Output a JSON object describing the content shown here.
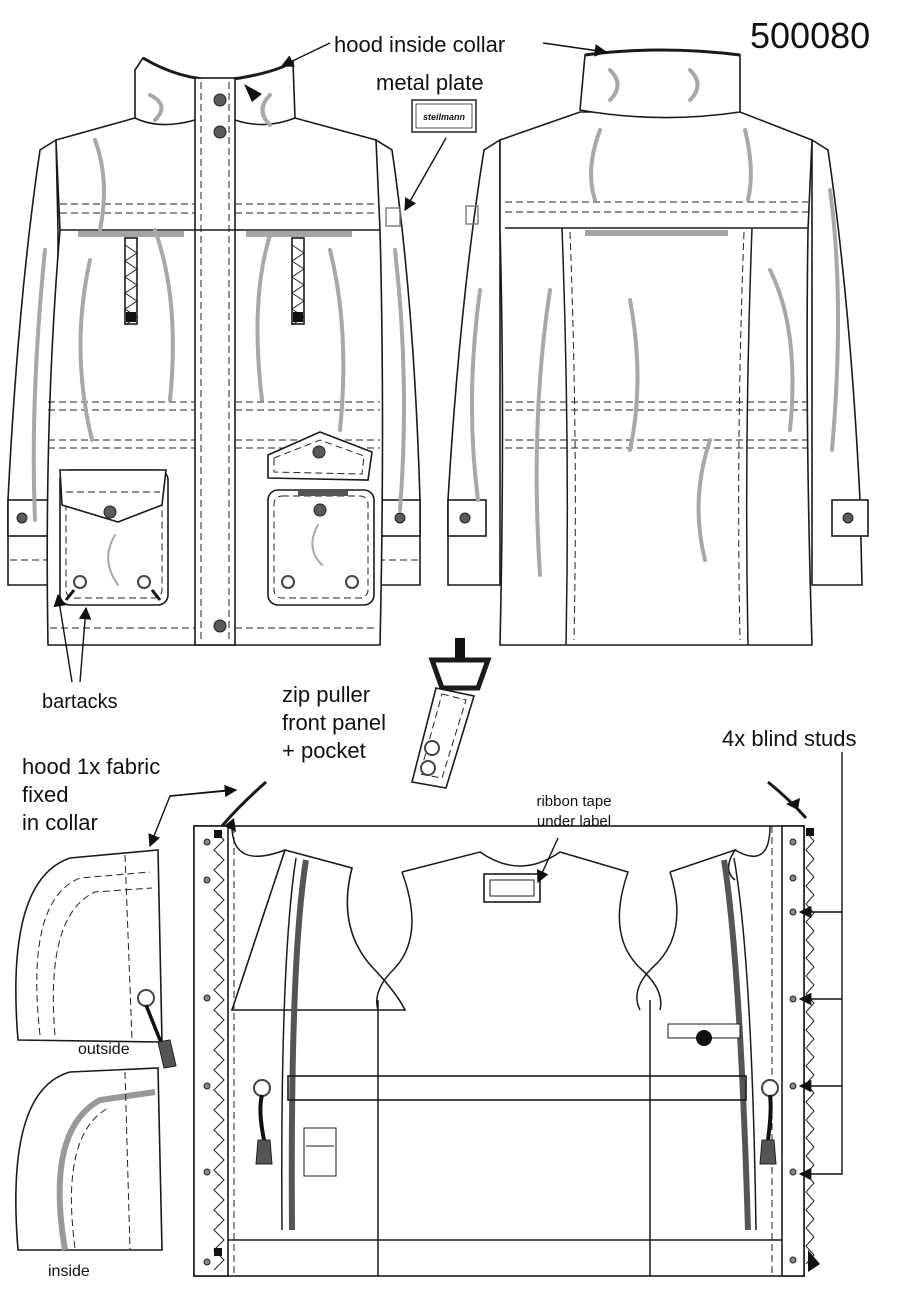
{
  "sheet": {
    "style_number": "500080"
  },
  "callouts": {
    "hood_inside_collar": "hood inside collar",
    "metal_plate": "metal plate",
    "plate_logo": "steilmann",
    "bartacks": "bartacks",
    "zip_puller_line1": "zip puller",
    "zip_puller_line2": "front panel",
    "zip_puller_line3": "+ pocket",
    "blind_studs": "4x blind studs",
    "ribbon_tape_line1": "ribbon tape",
    "ribbon_tape_line2": "under label",
    "hood_line1": "hood 1x fabric",
    "hood_line2": "fixed",
    "hood_line3": "in collar",
    "outside": "outside",
    "inside": "inside"
  }
}
